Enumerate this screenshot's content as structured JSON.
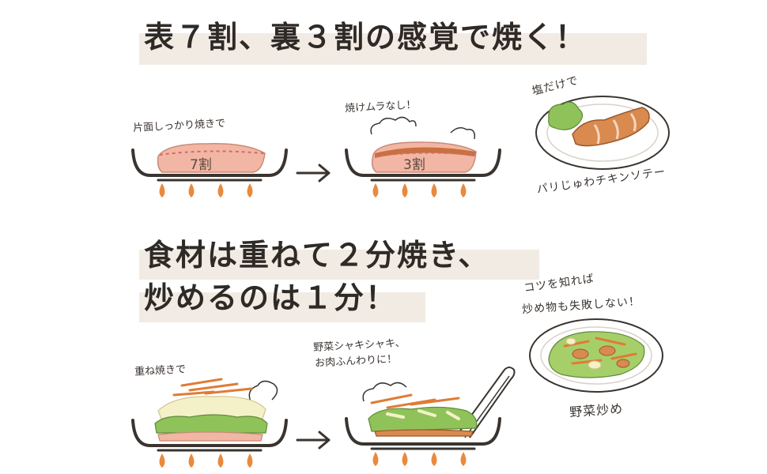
{
  "section1": {
    "title": "表７割、裏３割の感覚で焼く！",
    "note_left": "片面しっかり焼きで",
    "note_right": "焼けムラなし！",
    "meat_left": "7割",
    "meat_right": "3割",
    "plate_top": "塩だけで",
    "plate_bottom": "パリじゅわチキンソテー"
  },
  "section2": {
    "title_line1": "食材は重ねて２分焼き、",
    "title_line2": "炒めるのは１分！",
    "note_left": "重ね焼きで",
    "note_right_line1": "野菜シャキシャキ、",
    "note_right_line2": "お肉ふんわりに！",
    "plate_top_line1": "コツを知れば",
    "plate_top_line2": "炒め物も失敗しない！",
    "plate_bottom": "野菜炒め"
  },
  "colors": {
    "highlight": "#f1ebe4",
    "flame": "#e88a3e",
    "pan": "#3a3430",
    "meat": "#f2b6a4",
    "green": "#8fc35a"
  }
}
